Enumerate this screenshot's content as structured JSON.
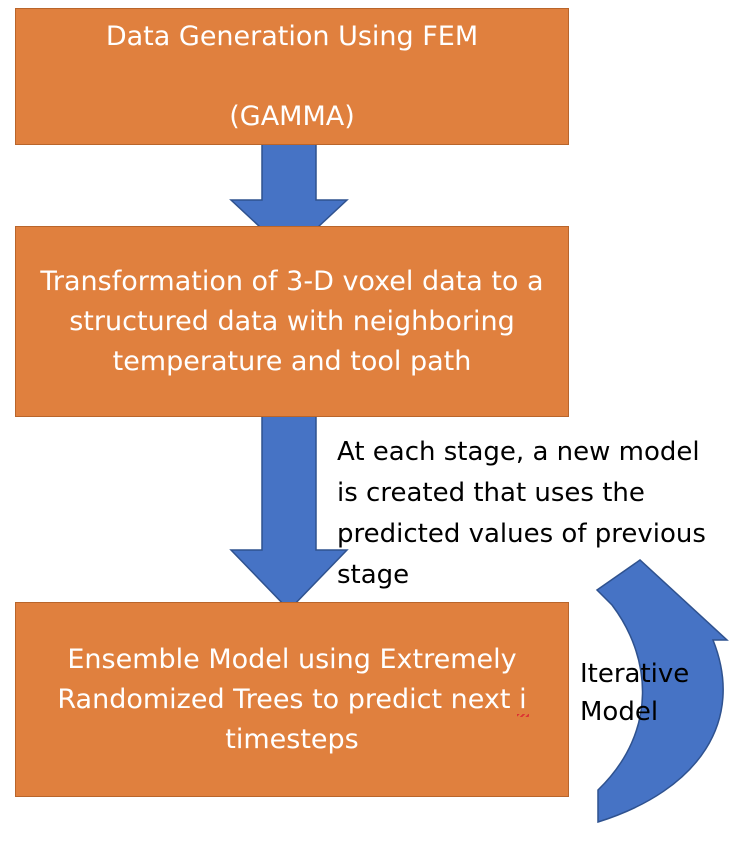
{
  "colors": {
    "box_fill": "#E0803E",
    "box_border": "#B9652B",
    "arrow_fill": "#4673C5",
    "arrow_border": "#2F528F",
    "box_text": "#FFFFFF"
  },
  "steps": [
    {
      "line1": "Data Generation Using FEM",
      "line2": "(GAMMA)"
    },
    {
      "text": "Transformation of 3-D voxel data to a\nstructured data with neighboring\ntemperature and tool path"
    },
    {
      "text_before": "Ensemble Model using Extremely\nRandomized Trees to predict next ",
      "text_marked": "i",
      "text_after": "\ntimesteps"
    }
  ],
  "annotation": "At each stage, a new model\nis created that uses the\npredicted values of previous\nstage",
  "loop_label": "Iterative\nModel",
  "icons": [
    "down-arrow-icon",
    "down-arrow-icon",
    "curved-loop-arrow-icon"
  ]
}
